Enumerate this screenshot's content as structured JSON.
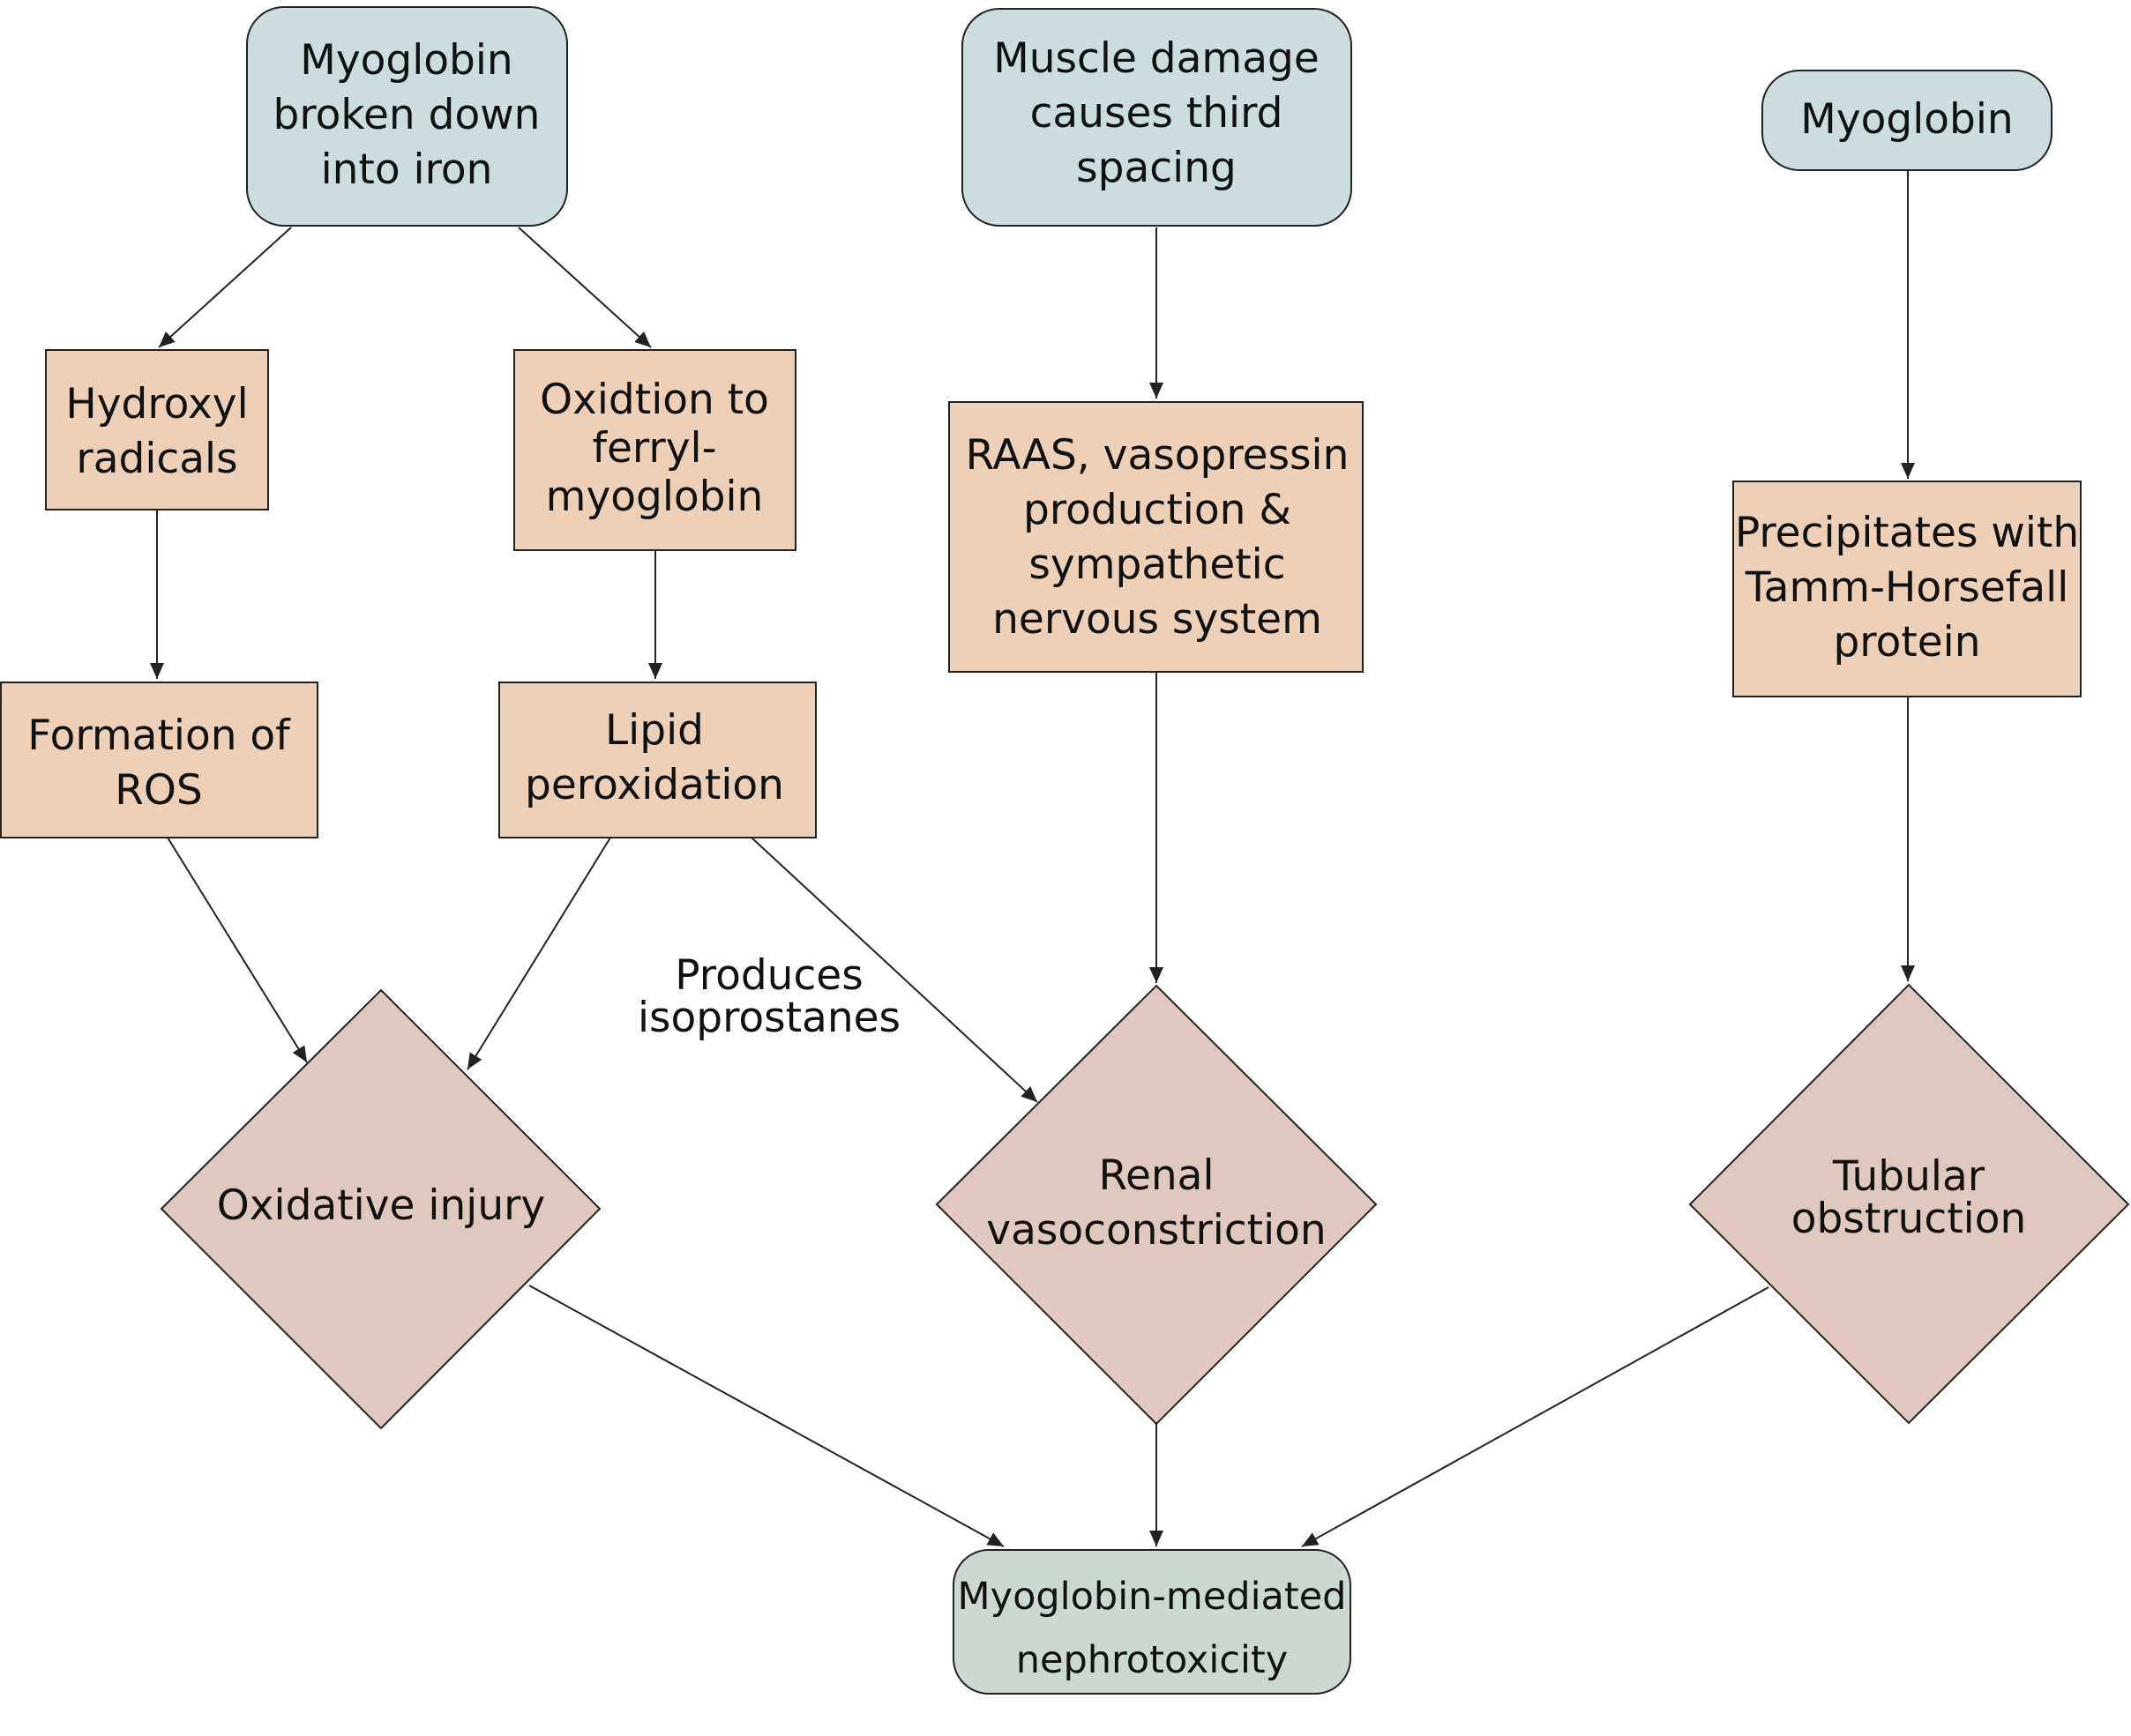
{
  "colors": {
    "start_fill": "#ccdde0",
    "process_fill": "#eed0b9",
    "decision_fill": "#e0c8bf",
    "end_fill": "#ccd8d0",
    "stroke": "#222222",
    "text": "#111111"
  },
  "nodes": {
    "myoglobin_iron": [
      "Myoglobin",
      "broken down",
      "into iron"
    ],
    "muscle_damage": [
      "Muscle damage",
      "causes third",
      "spacing"
    ],
    "myoglobin": [
      "Myoglobin"
    ],
    "hydroxyl": [
      "Hydroxyl",
      "radicals"
    ],
    "oxidation": [
      "Oxidtion to",
      "ferryl-",
      "myoglobin"
    ],
    "raas": [
      "RAAS, vasopressin",
      "production &",
      "sympathetic",
      "nervous system"
    ],
    "precipitates": [
      "Precipitates with",
      "Tamm-Horsefall",
      "protein"
    ],
    "ros": [
      "Formation of",
      "ROS"
    ],
    "lipid": [
      "Lipid",
      "peroxidation"
    ],
    "oxidative_injury": [
      "Oxidative injury"
    ],
    "renal_vaso": [
      "Renal",
      "vasoconstriction"
    ],
    "tubular": [
      "Tubular",
      "obstruction"
    ],
    "nephrotoxicity": [
      "Myoglobin-mediated",
      "nephrotoxicity"
    ]
  },
  "edge_labels": {
    "isoprostanes": [
      "Produces",
      "isoprostanes"
    ]
  }
}
